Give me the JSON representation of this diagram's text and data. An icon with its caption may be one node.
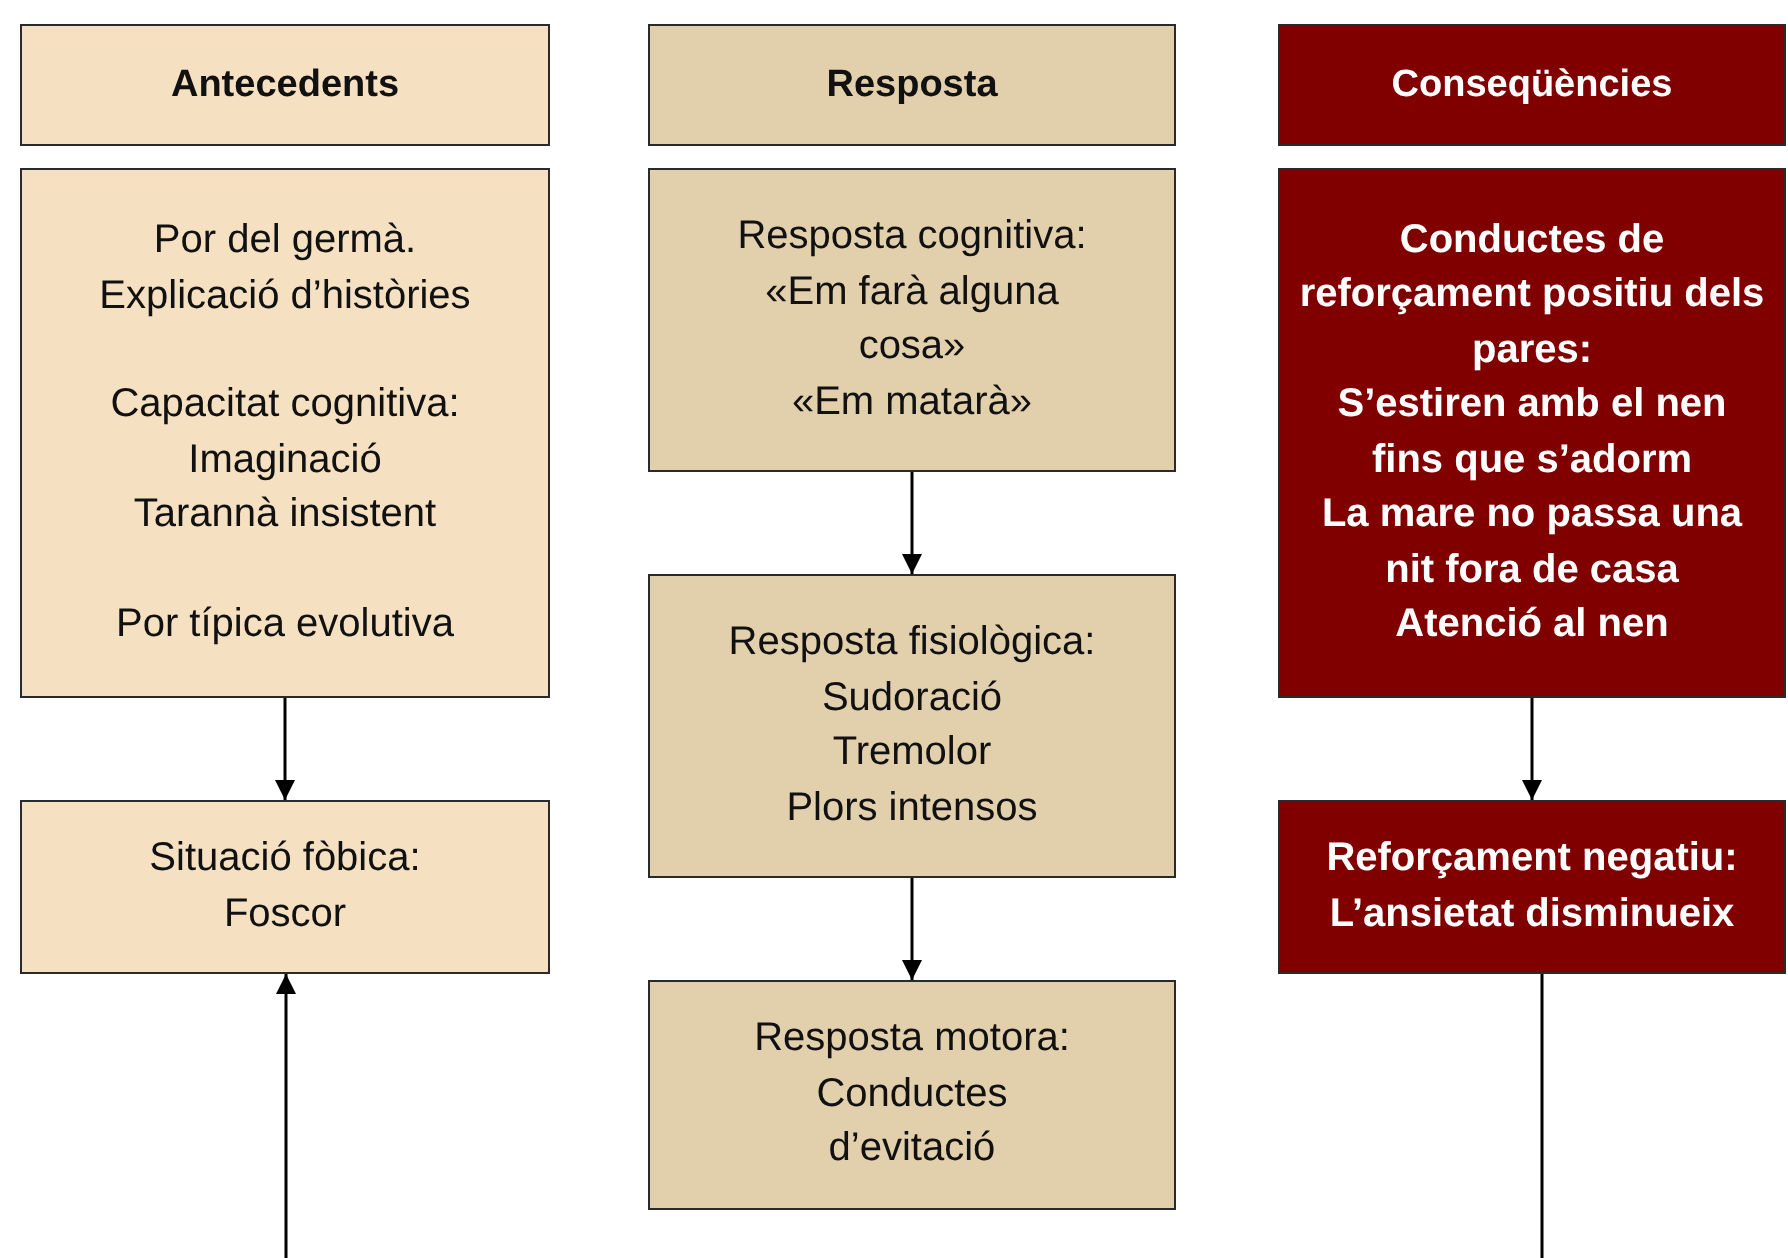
{
  "diagram": {
    "nodes": [
      {
        "text": [
          "Antecedents"
        ]
      },
      {
        "text": [
          "Resposta"
        ]
      },
      {
        "text": [
          "Conseqüències"
        ]
      },
      {
        "text": [
          "Por del germà.",
          "Explicació d’històries",
          "Capacitat cognitiva:",
          "Imaginació",
          "Tarannà insistent",
          "Por típica evolutiva"
        ]
      },
      {
        "text": [
          "Resposta cognitiva:",
          "«Em farà alguna cosa»",
          "«Em matarà»"
        ]
      },
      {
        "text": [
          "Conductes de reforçament positiu dels pares:",
          "S’estiren amb el nen fins que s’adorm",
          "La mare no passa una nit fora de casa",
          "Atenció al nen"
        ]
      },
      {
        "text": [
          "Situació fòbica:",
          "Foscor"
        ]
      },
      {
        "text": [
          "Resposta fisiològica:",
          "Sudoració",
          "Tremolor",
          "Plors intensos"
        ]
      },
      {
        "text": [
          "Reforçament negatiu:",
          "L’ansietat disminueix"
        ]
      },
      {
        "text": [
          "Resposta motora:",
          "Conductes d’evitació"
        ]
      }
    ],
    "edges": [
      {
        "from": 3,
        "to": 6,
        "arrow": "to"
      },
      {
        "from": 4,
        "to": 7,
        "arrow": "to"
      },
      {
        "from": 7,
        "to": 9,
        "arrow": "to"
      },
      {
        "from": 5,
        "to": 8,
        "arrow": "to"
      },
      {
        "from": null,
        "to": 6,
        "arrow": "to"
      },
      {
        "from": 8,
        "to": null,
        "arrow": "none"
      }
    ]
  }
}
